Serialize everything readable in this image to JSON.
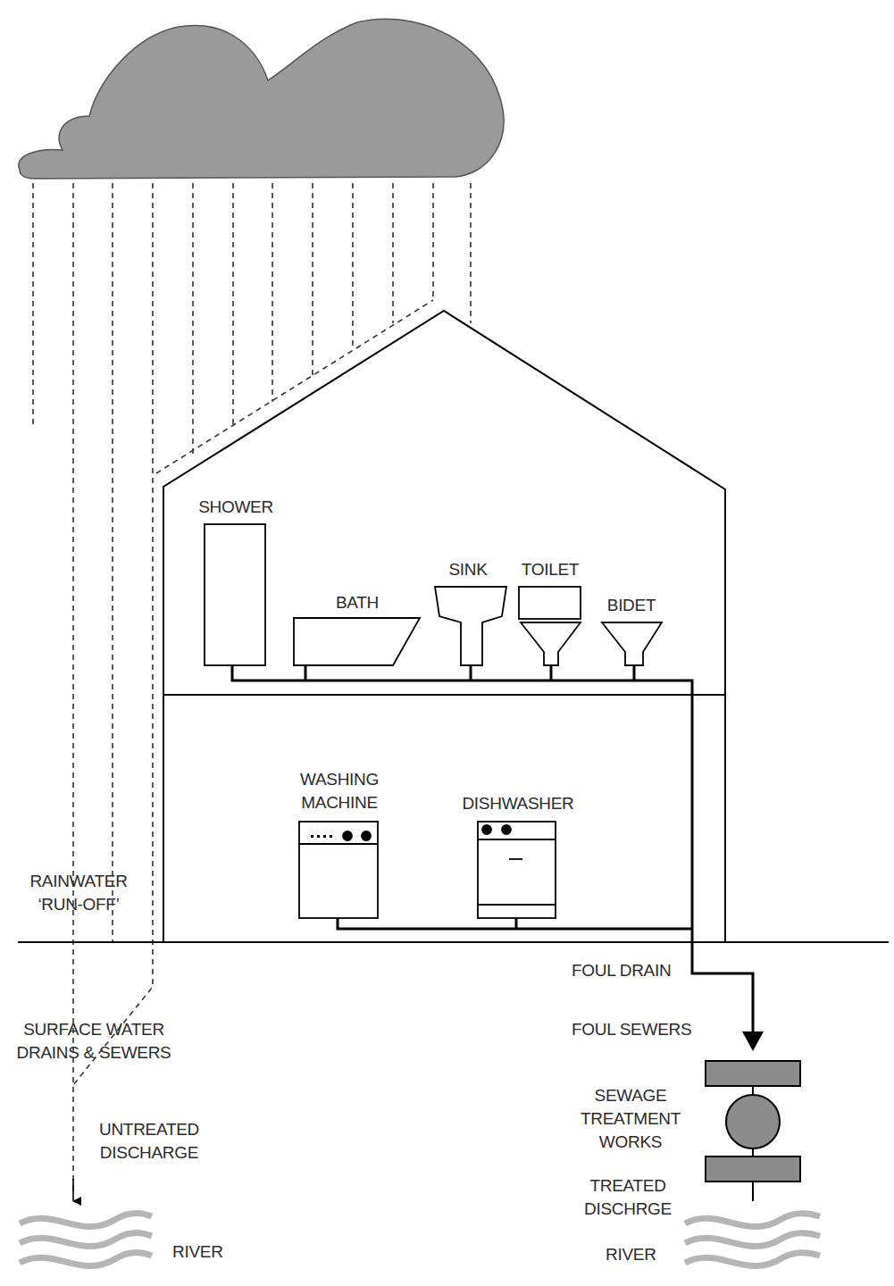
{
  "diagram": {
    "nodes": [
      {
        "text": [
          "SHOWER"
        ]
      },
      {
        "text": [
          "BATH"
        ]
      },
      {
        "text": [
          "SINK"
        ]
      },
      {
        "text": [
          "TOILET"
        ]
      },
      {
        "text": [
          "BIDET"
        ]
      },
      {
        "text": [
          "WASHING MACHINE"
        ]
      },
      {
        "text": [
          "DISHWASHER"
        ]
      }
    ],
    "labels": [
      "RAINWATER ‘RUN-OFF’",
      "SURFACE WATER DRAINS & SEWERS",
      "UNTREATED DISCHARGE",
      "RIVER",
      "FOUL DRAIN",
      "FOUL SEWERS",
      "SEWAGE TREATMENT WORKS",
      "TREATED DISCHRGE",
      "RIVER"
    ]
  }
}
